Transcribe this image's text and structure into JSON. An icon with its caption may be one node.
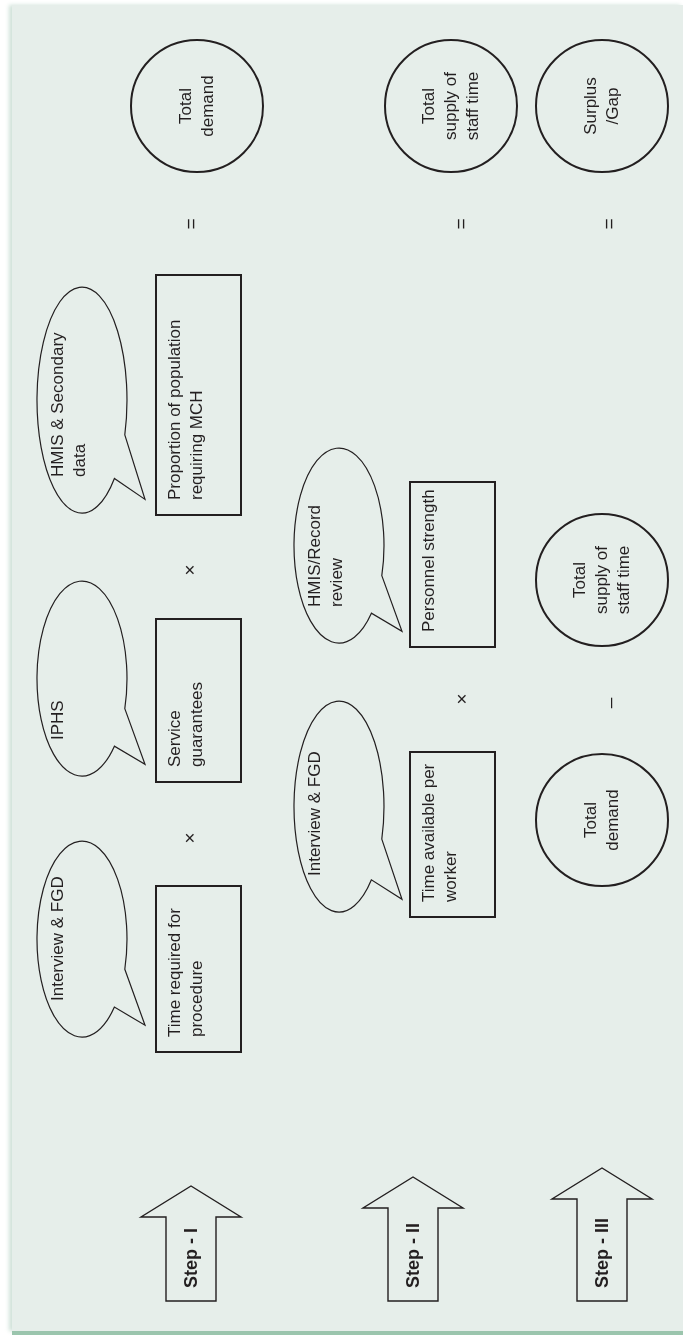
{
  "diagram": {
    "nodes": [
      {
        "text": [
          "Step - I"
        ]
      },
      {
        "text": [
          "Interview & FGD"
        ]
      },
      {
        "text": [
          "Time required for procedure"
        ]
      },
      {
        "text": [
          "IPHS"
        ]
      },
      {
        "text": [
          "Service guarantees"
        ]
      },
      {
        "text": [
          "HMIS & Secondary data"
        ]
      },
      {
        "text": [
          "Proportion of population requiring MCH"
        ]
      },
      {
        "text": [
          "Total demand"
        ]
      },
      {
        "text": [
          "Step - II"
        ]
      },
      {
        "text": [
          "Interview & FGD"
        ]
      },
      {
        "text": [
          "Time available per worker"
        ]
      },
      {
        "text": [
          "HMIS/Record review"
        ]
      },
      {
        "text": [
          "Personnel strength"
        ]
      },
      {
        "text": [
          "Total supply of staff time"
        ]
      },
      {
        "text": [
          "Step - III"
        ]
      },
      {
        "text": [
          "Total demand"
        ]
      },
      {
        "text": [
          "Total supply of staff time"
        ]
      },
      {
        "text": [
          "Surplus /Gap"
        ]
      }
    ],
    "labels": [
      "×",
      "×",
      "=",
      "×",
      "=",
      "–",
      "="
    ]
  }
}
